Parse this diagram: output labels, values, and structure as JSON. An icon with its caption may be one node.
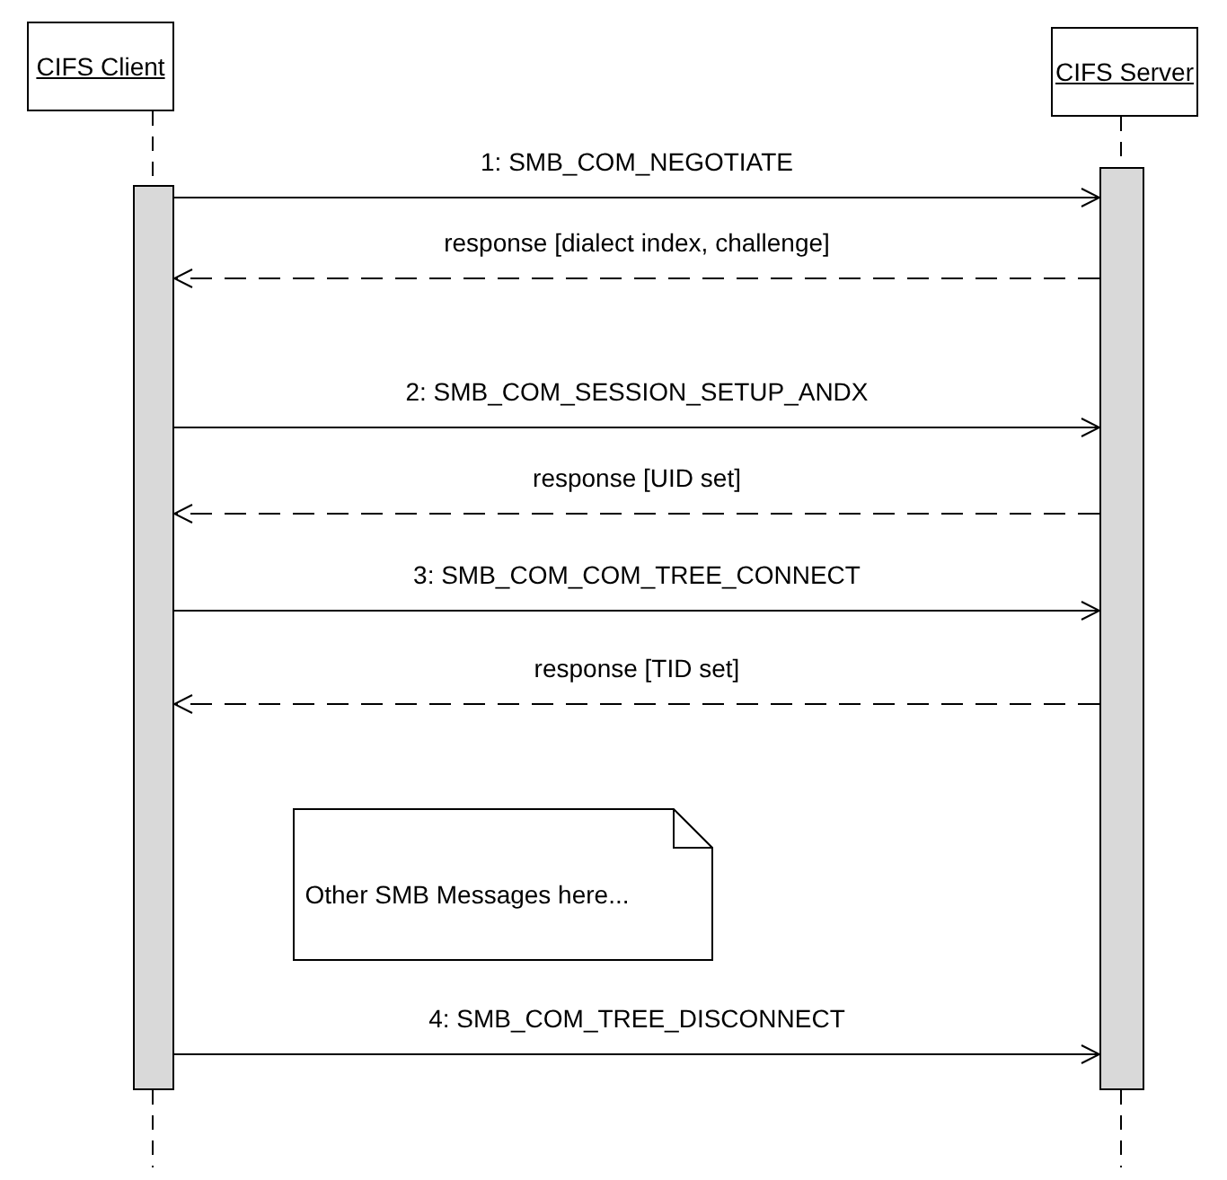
{
  "diagram": {
    "nodes": [
      {
        "text": [
          "CIFS Client"
        ]
      },
      {
        "text": [
          "CIFS Server"
        ]
      },
      {
        "text": [],
        "shape": "bar"
      },
      {
        "text": [],
        "shape": "bar"
      },
      {
        "text": [
          "Other SMB Messages here..."
        ]
      }
    ],
    "edges": [
      {
        "from": 0,
        "to": 2,
        "arrow": "none",
        "style": "dashed"
      },
      {
        "from": 1,
        "to": 3,
        "arrow": "none",
        "style": "dashed"
      },
      {
        "from": 2,
        "to": 3,
        "arrow": "to",
        "label": "1: SMB_COM_NEGOTIATE"
      },
      {
        "from": 3,
        "to": 2,
        "arrow": "to",
        "label": "response [dialect index, challenge]",
        "style": "dashed"
      },
      {
        "from": 2,
        "to": 3,
        "arrow": "to",
        "label": "2: SMB_COM_SESSION_SETUP_ANDX"
      },
      {
        "from": 3,
        "to": 2,
        "arrow": "to",
        "label": "response [UID set]",
        "style": "dashed"
      },
      {
        "from": 2,
        "to": 3,
        "arrow": "to",
        "label": "3: SMB_COM_COM_TREE_CONNECT"
      },
      {
        "from": 3,
        "to": 2,
        "arrow": "to",
        "label": "response [TID set]",
        "style": "dashed"
      },
      {
        "from": 2,
        "to": 3,
        "arrow": "to",
        "label": "4: SMB_COM_TREE_DISCONNECT"
      },
      {
        "from": 2,
        "to": null,
        "arrow": "none",
        "style": "dashed"
      },
      {
        "from": 3,
        "to": null,
        "arrow": "none",
        "style": "dashed"
      }
    ]
  }
}
